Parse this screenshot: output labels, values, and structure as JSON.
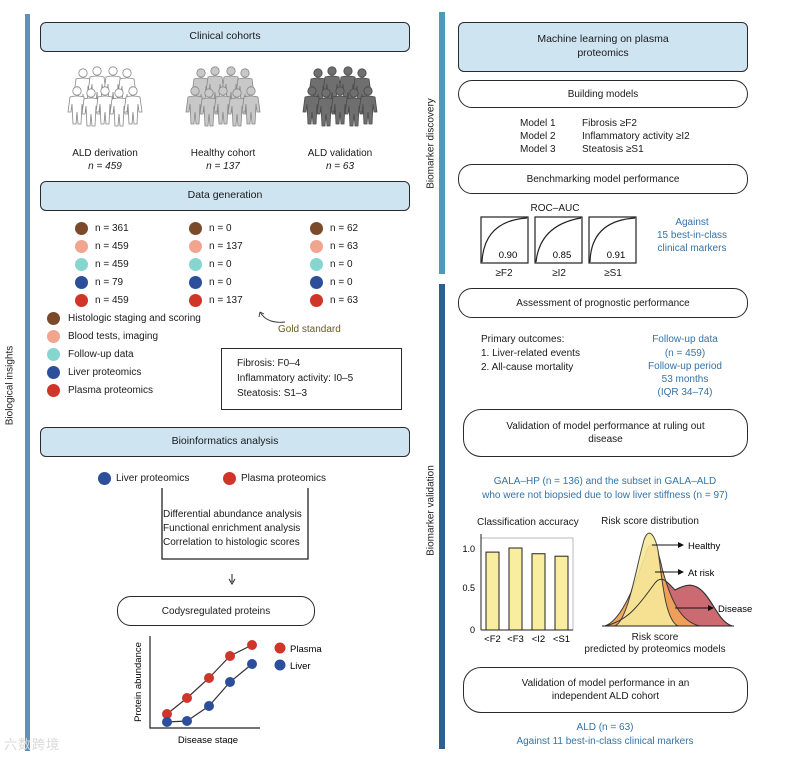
{
  "left": {
    "side_label": "Biological insights",
    "cohorts": {
      "header": "Clinical cohorts",
      "items": [
        {
          "name": "ALD derivation",
          "n": "n = 459"
        },
        {
          "name": "Healthy cohort",
          "n": "n = 137"
        },
        {
          "name": "ALD validation",
          "n": "n = 63"
        }
      ]
    },
    "datagen": {
      "header": "Data generation",
      "columns": [
        [
          "n = 361",
          "n = 459",
          "n = 459",
          "n = 79",
          "n = 459"
        ],
        [
          "n = 0",
          "n = 137",
          "n = 0",
          "n = 0",
          "n = 137"
        ],
        [
          "n = 62",
          "n = 63",
          "n = 0",
          "n = 0",
          "n = 63"
        ]
      ],
      "legend": [
        "Histologic staging and scoring",
        "Blood tests, imaging",
        "Follow-up data",
        "Liver proteomics",
        "Plasma proteomics"
      ],
      "gold_standard": "Gold standard",
      "scores": [
        "Fibrosis: F0–4",
        "Inflammatory activity: I0–5",
        "Steatosis: S1–3"
      ],
      "colors": {
        "histologic": "#7a4a2a",
        "blood": "#f2a58e",
        "followup": "#86d6cf",
        "liver": "#2d4f9b",
        "plasma": "#d0352a"
      }
    },
    "bioinf": {
      "header": "Bioinformatics analysis",
      "liver_label": "Liver proteomics",
      "plasma_label": "Plasma proteomics",
      "analyses": [
        "Differential abundance analysis",
        "Functional enrichment analysis",
        "Correlation to histologic scores"
      ],
      "result": "Codysregulated proteins",
      "plot": {
        "ylabel": "Protein abundance",
        "xlabel": "Disease stage",
        "legend": [
          "Plasma",
          "Liver"
        ]
      }
    }
  },
  "right": {
    "label_top": "Biomarker discovery",
    "label_bottom": "Biomarker validation",
    "ml_header": "Machine learning on plasma proteomics",
    "building": "Building models",
    "models": [
      {
        "name": "Model 1",
        "target": "Fibrosis ≥F2"
      },
      {
        "name": "Model 2",
        "target": "Inflammatory activity ≥I2"
      },
      {
        "name": "Model 3",
        "target": "Steatosis ≥S1"
      }
    ],
    "benchmark": "Benchmarking model performance",
    "roc": {
      "title": "ROC–AUC",
      "values": [
        "0.90",
        "0.85",
        "0.91"
      ],
      "labels": [
        "≥F2",
        "≥I2",
        "≥S1"
      ]
    },
    "against": [
      "Against",
      "15 best-in-class",
      "clinical markers"
    ],
    "prognostic": "Assessment of prognostic performance",
    "outcomes": [
      "Primary outcomes:",
      "1. Liver-related events",
      "2. All-cause mortality"
    ],
    "followup": [
      "Follow-up data",
      "(n = 459)",
      "Follow-up period",
      "53 months",
      "(IQR 34–74)"
    ],
    "validation_ruleout": "Validation of model performance at ruling out disease",
    "gala": [
      "GALA–HP (n = 136) and the subset in GALA–ALD",
      "who were not biopsied due to low liver stiffness (n = 97)"
    ],
    "classification": {
      "title": "Classification accuracy",
      "yticks": [
        "1.0",
        "0.5",
        "0"
      ]
    },
    "riskdist": {
      "title": "Risk score distribution",
      "labels": [
        "Healthy",
        "At risk",
        "Disease"
      ],
      "xlabel": [
        "Risk score",
        "predicted by proteomics models"
      ]
    },
    "validation_ald": "Validation of model performance in an independent ALD cohort",
    "ald_footer": [
      "ALD (n = 63)",
      "Against 11 best-in-class clinical markers"
    ]
  },
  "watermark": "六数跨境",
  "chart_data": {
    "type": "bar",
    "title": "Classification accuracy",
    "categories": [
      "<F2",
      "<F3",
      "<I2",
      "<S1"
    ],
    "values": [
      0.95,
      1.0,
      0.93,
      0.9
    ],
    "ylim": [
      0,
      1.15
    ],
    "color": "#f9eea0"
  }
}
